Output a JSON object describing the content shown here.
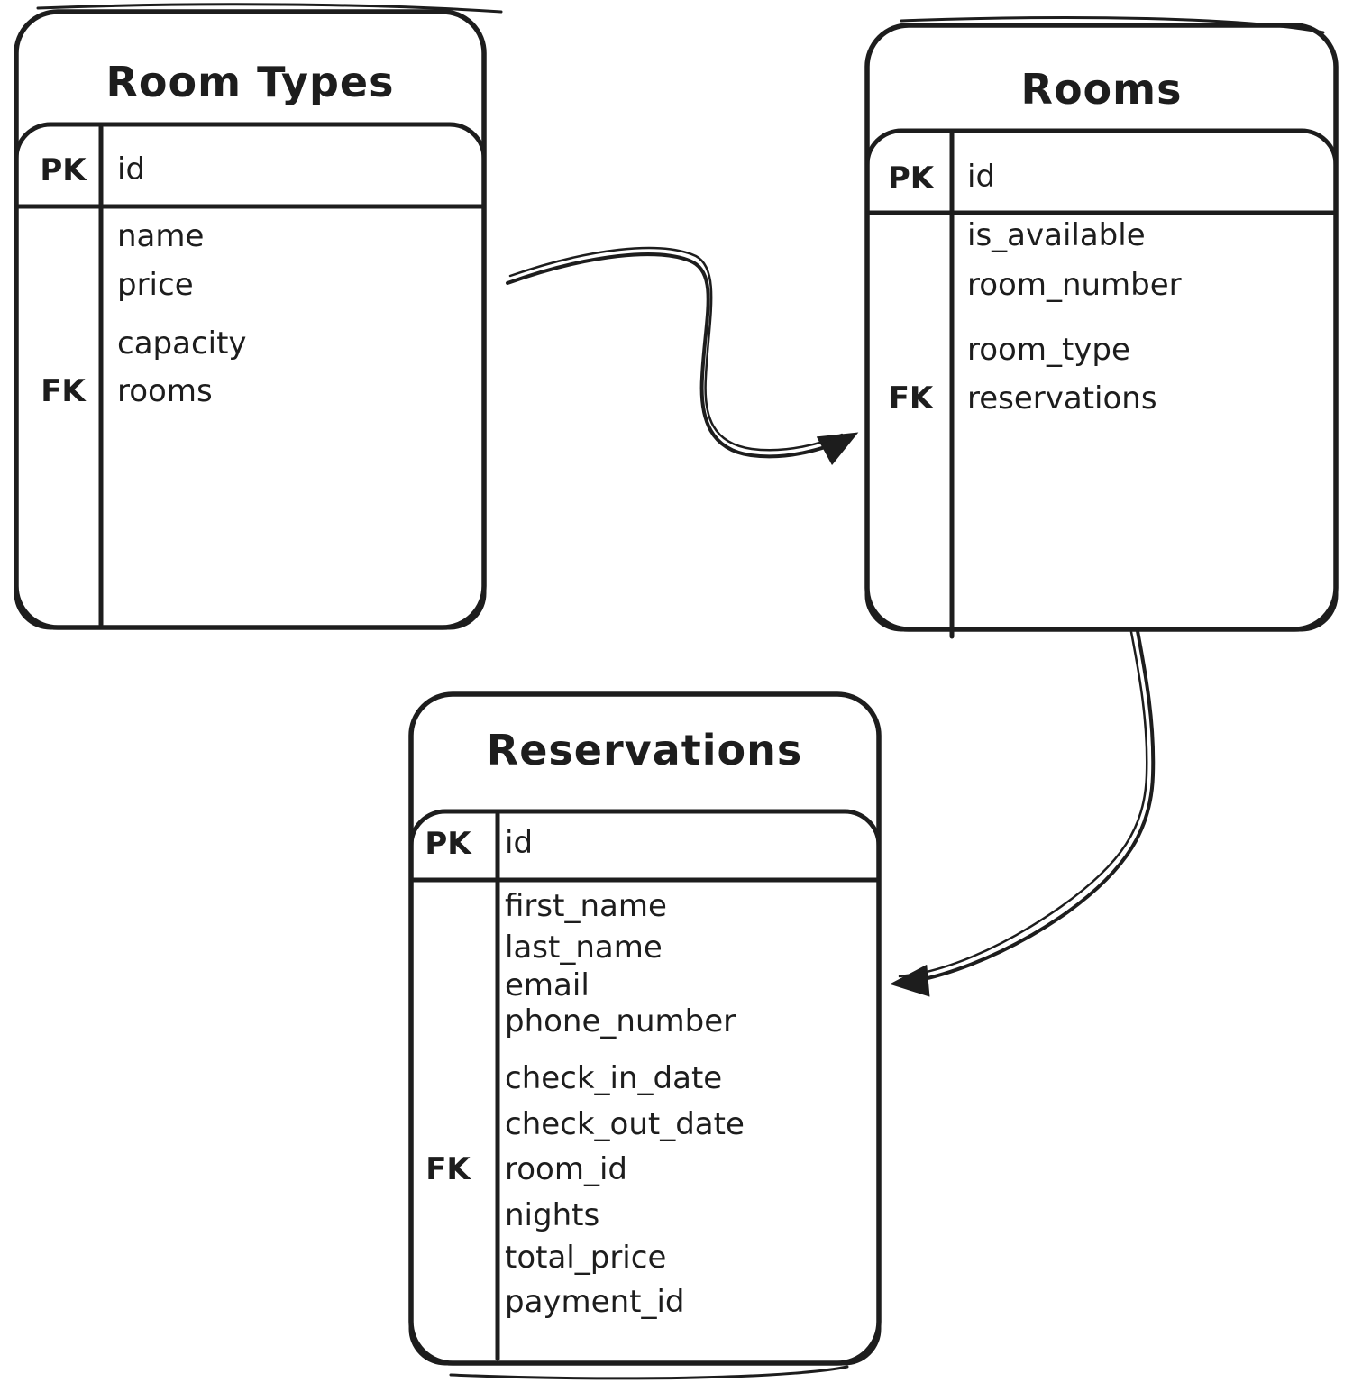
{
  "canvas": {
    "background": "#ffffff",
    "ink": "#1d1d1d"
  },
  "tables": {
    "room_types": {
      "title": "Room Types",
      "primary_key": {
        "label": "PK",
        "field": "id"
      },
      "foreign_key_label": "FK",
      "fields": [
        "name",
        "price",
        "capacity",
        "rooms"
      ],
      "fk_field": "rooms"
    },
    "rooms": {
      "title": "Rooms",
      "primary_key": {
        "label": "PK",
        "field": "id"
      },
      "foreign_key_label": "FK",
      "fields": [
        "is_available",
        "room_number",
        "room_type",
        "reservations"
      ],
      "fk_field": "reservations"
    },
    "reservations": {
      "title": "Reservations",
      "primary_key": {
        "label": "PK",
        "field": "id"
      },
      "foreign_key_label": "FK",
      "fields": [
        "first_name",
        "last_name",
        "email",
        "phone_number",
        "check_in_date",
        "check_out_date",
        "room_id",
        "nights",
        "total_price",
        "payment_id"
      ],
      "fk_field": "room_id"
    }
  },
  "relations": [
    {
      "from": "Room Types",
      "to": "Rooms"
    },
    {
      "from": "Rooms",
      "to": "Reservations"
    }
  ]
}
